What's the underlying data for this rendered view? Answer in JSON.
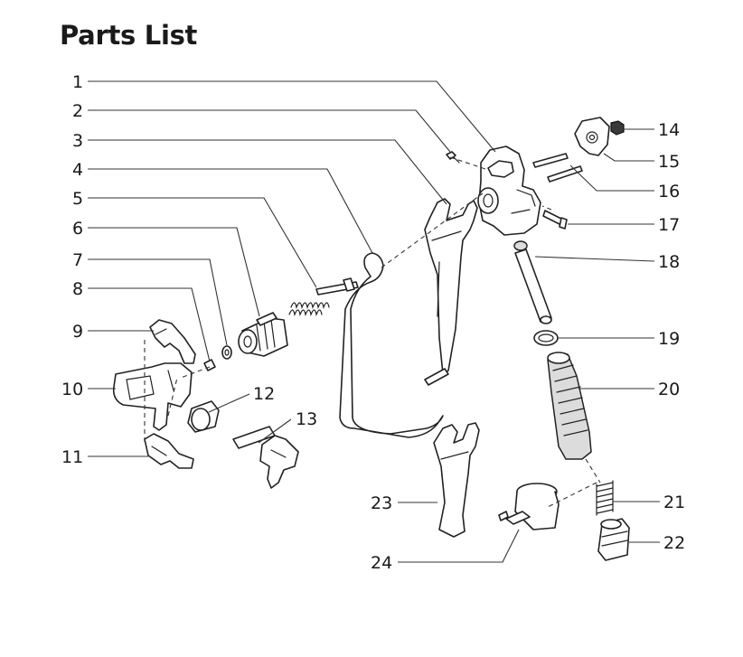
{
  "title": "Parts List",
  "callouts": [
    {
      "number": "1"
    },
    {
      "number": "2"
    },
    {
      "number": "3"
    },
    {
      "number": "4"
    },
    {
      "number": "5"
    },
    {
      "number": "6"
    },
    {
      "number": "7"
    },
    {
      "number": "8"
    },
    {
      "number": "9"
    },
    {
      "number": "10"
    },
    {
      "number": "11"
    },
    {
      "number": "12"
    },
    {
      "number": "13"
    },
    {
      "number": "14"
    },
    {
      "number": "15"
    },
    {
      "number": "16"
    },
    {
      "number": "17"
    },
    {
      "number": "18"
    },
    {
      "number": "19"
    },
    {
      "number": "20"
    },
    {
      "number": "21"
    },
    {
      "number": "22"
    },
    {
      "number": "23"
    },
    {
      "number": "24"
    }
  ],
  "colors": {
    "ink": "#1a1a1a",
    "background": "#ffffff"
  }
}
